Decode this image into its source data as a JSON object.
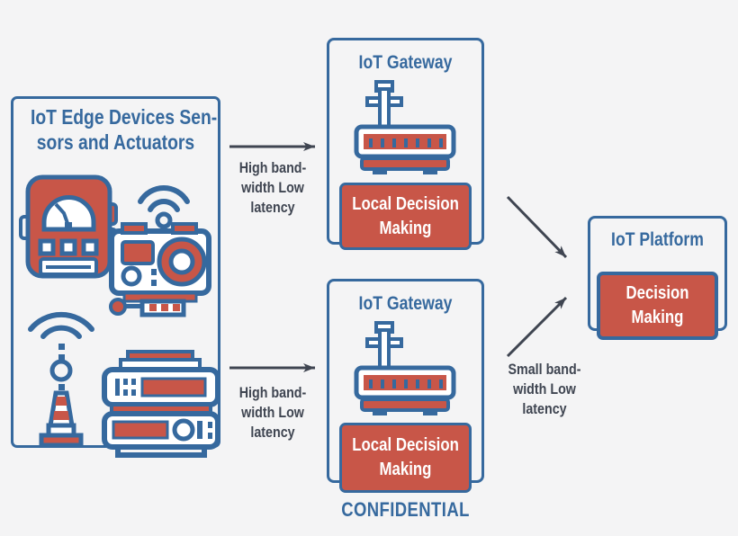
{
  "colors": {
    "blue": "#36699e",
    "red": "#c85648",
    "slate": "#3f4551",
    "bg": "#f4f4f5",
    "white": "#ffffff"
  },
  "left_box": {
    "title_lines": [
      "IoT Edge Devices Sen-",
      "sors and Actuators"
    ],
    "icons": [
      "meter-icon",
      "action-camera-icon",
      "radio-tower-icon",
      "server-stack-icon"
    ]
  },
  "gateway_top": {
    "title": "IoT Gateway",
    "icon": "router-icon",
    "badge_lines": [
      "Local Decision",
      "Making"
    ]
  },
  "gateway_bottom": {
    "title": "IoT Gateway",
    "icon": "router-icon",
    "badge_lines": [
      "Local Decision",
      "Making"
    ]
  },
  "platform": {
    "title": "IoT Platform",
    "badge_lines": [
      "Decision",
      "Making"
    ]
  },
  "edges": {
    "top_left": {
      "label_lines": [
        "High band-",
        "width Low",
        "latency"
      ]
    },
    "bottom_left": {
      "label_lines": [
        "High band-",
        "width Low",
        "latency"
      ]
    },
    "right": {
      "label_lines": [
        "Small band-",
        "width Low",
        "latency"
      ]
    }
  },
  "footer": {
    "text": "CONFIDENTIAL"
  }
}
